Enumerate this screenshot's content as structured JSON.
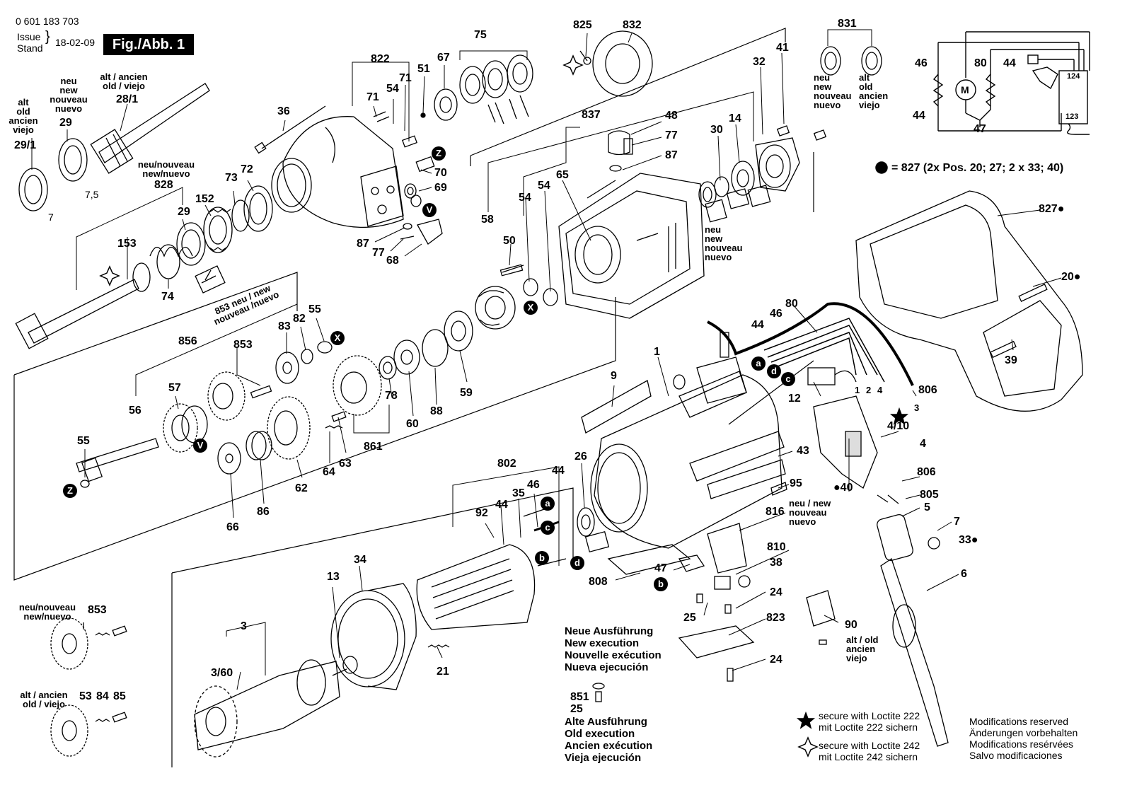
{
  "header": {
    "part_number": "0 601 183 703",
    "issue_label": "Issue",
    "stand_label": "Stand",
    "date": "18-02-09",
    "figure": "Fig./Abb. 1"
  },
  "legend": {
    "bullet_note": "= 827 (2x Pos. 20; 27; 2 x 33; 40)",
    "star_note_en": "secure with Loctite 222",
    "star_note_de": "mit Loctite 222 sichern",
    "diamond_note_en": "secure with Loctite 242",
    "diamond_note_de": "mit Loctite 242 sichern",
    "mods": [
      "Modifications reserved",
      "Änderungen vorbehalten",
      "Modifications resérvées",
      "Salvo modificaciones"
    ],
    "new_exec": [
      "Neue Ausführung",
      "New execution",
      "Nouvelle exécution",
      "Nueva ejecución"
    ],
    "old_exec": [
      "Alte Ausführung",
      "Old execution",
      "Ancien exécution",
      "Vieja ejecución"
    ]
  },
  "multilang": {
    "alt_old_4": [
      "alt",
      "old",
      "ancien",
      "viejo"
    ],
    "neu_new_4": [
      "neu",
      "new",
      "nouveau",
      "nuevo"
    ],
    "alt_ancien": [
      "alt / ancien",
      "old / viejo"
    ],
    "neu_nouveau": [
      "neu/nouveau",
      "new/nuevo"
    ],
    "neu_new_slash": [
      "neu / new",
      "nouveau",
      "nuevo"
    ],
    "alt_old_slash": [
      "alt / old",
      "ancien",
      "viejo"
    ],
    "neu_853": [
      "853 neu / new",
      "nouveau /nuevo"
    ]
  },
  "labels": [
    {
      "id": "l29_1",
      "text": "29/1"
    },
    {
      "id": "l29",
      "text": "29"
    },
    {
      "id": "l28_1",
      "text": "28/1"
    },
    {
      "id": "l7",
      "text": "7"
    },
    {
      "id": "l7_5",
      "text": "7,5"
    },
    {
      "id": "l828",
      "text": "828"
    },
    {
      "id": "l29b",
      "text": "29"
    },
    {
      "id": "l152",
      "text": "152"
    },
    {
      "id": "l73",
      "text": "73"
    },
    {
      "id": "l72",
      "text": "72"
    },
    {
      "id": "l153",
      "text": "153"
    },
    {
      "id": "l74",
      "text": "74"
    },
    {
      "id": "l36",
      "text": "36"
    },
    {
      "id": "l822",
      "text": "822"
    },
    {
      "id": "l71a",
      "text": "71"
    },
    {
      "id": "l54a",
      "text": "54"
    },
    {
      "id": "l71b",
      "text": "71"
    },
    {
      "id": "l51",
      "text": "51"
    },
    {
      "id": "l67",
      "text": "67"
    },
    {
      "id": "l75",
      "text": "75"
    },
    {
      "id": "l70",
      "text": "70"
    },
    {
      "id": "l69",
      "text": "69"
    },
    {
      "id": "l87a",
      "text": "87"
    },
    {
      "id": "l77a",
      "text": "77"
    },
    {
      "id": "l68",
      "text": "68"
    },
    {
      "id": "l825",
      "text": "825"
    },
    {
      "id": "l832",
      "text": "832"
    },
    {
      "id": "l837",
      "text": "837"
    },
    {
      "id": "l48",
      "text": "48"
    },
    {
      "id": "l77b",
      "text": "77"
    },
    {
      "id": "l87b",
      "text": "87"
    },
    {
      "id": "l58",
      "text": "58"
    },
    {
      "id": "l54b",
      "text": "54"
    },
    {
      "id": "l54c",
      "text": "54"
    },
    {
      "id": "l65",
      "text": "65"
    },
    {
      "id": "l50",
      "text": "50"
    },
    {
      "id": "l32",
      "text": "32"
    },
    {
      "id": "l41",
      "text": "41"
    },
    {
      "id": "l30",
      "text": "30"
    },
    {
      "id": "l14",
      "text": "14"
    },
    {
      "id": "l831",
      "text": "831"
    },
    {
      "id": "l46a",
      "text": "46"
    },
    {
      "id": "l80a",
      "text": "80"
    },
    {
      "id": "l44a",
      "text": "44"
    },
    {
      "id": "l44b",
      "text": "44"
    },
    {
      "id": "l47a",
      "text": "47"
    },
    {
      "id": "l827",
      "text": "827●"
    },
    {
      "id": "l20",
      "text": "20●"
    },
    {
      "id": "l39",
      "text": "39"
    },
    {
      "id": "l856",
      "text": "856"
    },
    {
      "id": "l853a",
      "text": "853"
    },
    {
      "id": "l83",
      "text": "83"
    },
    {
      "id": "l82",
      "text": "82"
    },
    {
      "id": "l55a",
      "text": "55"
    },
    {
      "id": "l57",
      "text": "57"
    },
    {
      "id": "l56",
      "text": "56"
    },
    {
      "id": "l55b",
      "text": "55"
    },
    {
      "id": "l64",
      "text": "64"
    },
    {
      "id": "l63",
      "text": "63"
    },
    {
      "id": "l62",
      "text": "62"
    },
    {
      "id": "l66",
      "text": "66"
    },
    {
      "id": "l86",
      "text": "86"
    },
    {
      "id": "l78",
      "text": "78"
    },
    {
      "id": "l861",
      "text": "861"
    },
    {
      "id": "l60",
      "text": "60"
    },
    {
      "id": "l88",
      "text": "88"
    },
    {
      "id": "l59",
      "text": "59"
    },
    {
      "id": "l9",
      "text": "9"
    },
    {
      "id": "l1",
      "text": "1"
    },
    {
      "id": "l43",
      "text": "43"
    },
    {
      "id": "l95",
      "text": "95"
    },
    {
      "id": "l26",
      "text": "26"
    },
    {
      "id": "l44c",
      "text": "44"
    },
    {
      "id": "l46b",
      "text": "46"
    },
    {
      "id": "l80b",
      "text": "80"
    },
    {
      "id": "l12",
      "text": "12"
    },
    {
      "id": "l806a",
      "text": "806"
    },
    {
      "id": "l4_10",
      "text": "4/10"
    },
    {
      "id": "l4",
      "text": "4"
    },
    {
      "id": "l40",
      "text": "●40"
    },
    {
      "id": "l806b",
      "text": "806"
    },
    {
      "id": "l805",
      "text": "805"
    },
    {
      "id": "l5",
      "text": "5"
    },
    {
      "id": "l7b",
      "text": "7"
    },
    {
      "id": "l33",
      "text": "33●"
    },
    {
      "id": "l6",
      "text": "6"
    },
    {
      "id": "l802",
      "text": "802"
    },
    {
      "id": "l92",
      "text": "92"
    },
    {
      "id": "l44d",
      "text": "44"
    },
    {
      "id": "l35",
      "text": "35"
    },
    {
      "id": "l46c",
      "text": "46"
    },
    {
      "id": "l44e",
      "text": "44"
    },
    {
      "id": "l816",
      "text": "816"
    },
    {
      "id": "l810",
      "text": "810"
    },
    {
      "id": "l38",
      "text": "38"
    },
    {
      "id": "l47b",
      "text": "47"
    },
    {
      "id": "l808",
      "text": "808"
    },
    {
      "id": "l24a",
      "text": "24"
    },
    {
      "id": "l25a",
      "text": "25"
    },
    {
      "id": "l823",
      "text": "823"
    },
    {
      "id": "l24b",
      "text": "24"
    },
    {
      "id": "l90",
      "text": "90"
    },
    {
      "id": "l853b",
      "text": "853"
    },
    {
      "id": "l53",
      "text": "53"
    },
    {
      "id": "l84",
      "text": "84"
    },
    {
      "id": "l85",
      "text": "85"
    },
    {
      "id": "l3",
      "text": "3"
    },
    {
      "id": "l3_60",
      "text": "3/60"
    },
    {
      "id": "l13",
      "text": "13"
    },
    {
      "id": "l34",
      "text": "34"
    },
    {
      "id": "l21",
      "text": "21"
    },
    {
      "id": "l851",
      "text": "851"
    },
    {
      "id": "l25b",
      "text": "25"
    },
    {
      "id": "w1",
      "text": "1"
    },
    {
      "id": "w2",
      "text": "2"
    },
    {
      "id": "w4",
      "text": "4"
    },
    {
      "id": "w3",
      "text": "3"
    },
    {
      "id": "s124",
      "text": "124"
    },
    {
      "id": "s123",
      "text": "123"
    },
    {
      "id": "mM",
      "text": "M"
    }
  ],
  "callouts": [
    {
      "id": "cz1",
      "text": "Z"
    },
    {
      "id": "cv1",
      "text": "V"
    },
    {
      "id": "cx1",
      "text": "X"
    },
    {
      "id": "cx2",
      "text": "X"
    },
    {
      "id": "cv2",
      "text": "V"
    },
    {
      "id": "cz2",
      "text": "Z"
    },
    {
      "id": "ca1",
      "text": "a"
    },
    {
      "id": "cd1",
      "text": "d"
    },
    {
      "id": "cc1",
      "text": "c"
    },
    {
      "id": "ca2",
      "text": "a"
    },
    {
      "id": "cc2",
      "text": "c"
    },
    {
      "id": "cb1",
      "text": "b"
    },
    {
      "id": "cd2",
      "text": "d"
    },
    {
      "id": "cb2",
      "text": "b"
    }
  ]
}
